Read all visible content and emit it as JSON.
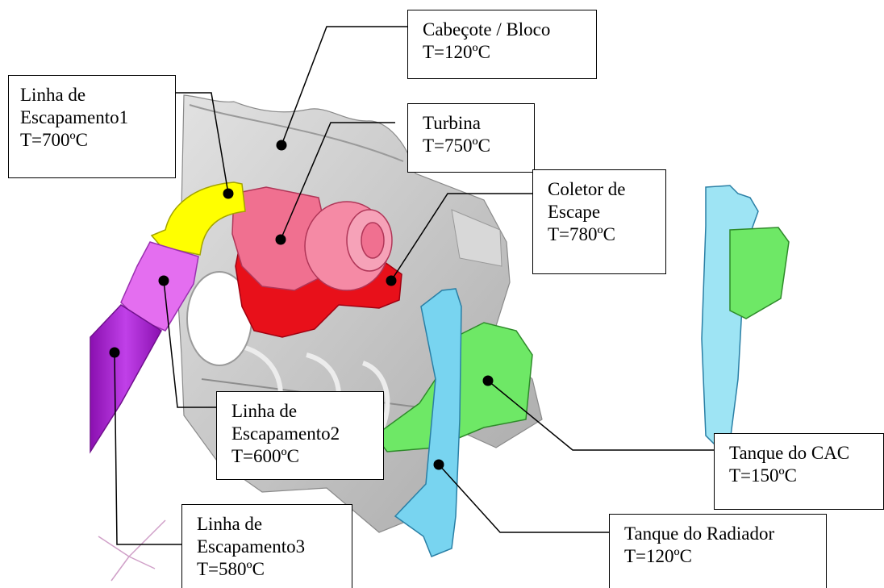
{
  "labels": {
    "head_block": {
      "lines": [
        "Cabeçote / Bloco",
        "T=120ºC"
      ]
    },
    "exhaust1": {
      "lines": [
        "Linha de",
        "Escapamento1",
        "T=700ºC"
      ]
    },
    "turbine": {
      "lines": [
        "Turbina",
        "T=750ºC"
      ]
    },
    "exhaust_manifold": {
      "lines": [
        "Coletor de",
        "Escape",
        "T=780ºC"
      ]
    },
    "exhaust2": {
      "lines": [
        "Linha de",
        "Escapamento2",
        "T=600ºC"
      ]
    },
    "cac_tank": {
      "lines": [
        "Tanque do CAC",
        "T=150ºC"
      ]
    },
    "exhaust3": {
      "lines": [
        "Linha de",
        "Escapamento3",
        "T=580ºC"
      ]
    },
    "radiator_tank": {
      "lines": [
        "Tanque do Radiador",
        "T=120ºC"
      ]
    }
  },
  "colors": {
    "engine_block": "#cfcfcf",
    "exhaust_line1": "#ffff00",
    "turbine": "#f07090",
    "exhaust_manifold": "#e8101a",
    "exhaust_line2": "#e46ef0",
    "exhaust_line3": "#b020d8",
    "cac_tank": "#6ee866",
    "radiator_tank": "#78d4f0"
  }
}
